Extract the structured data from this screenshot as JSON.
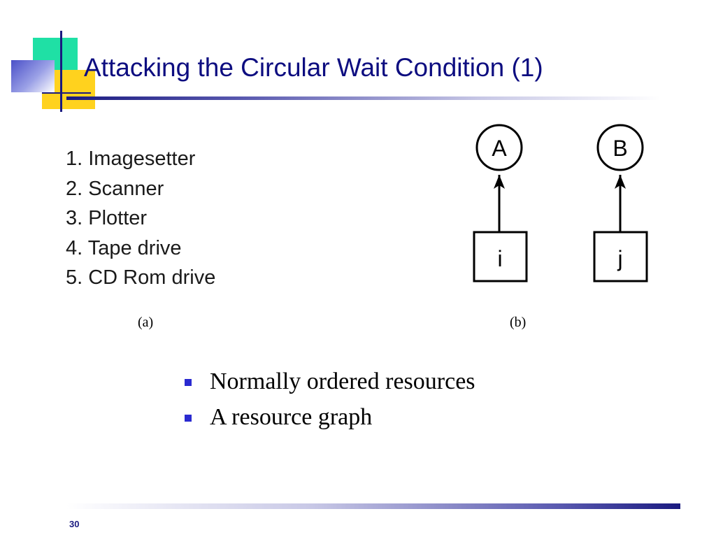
{
  "title": "Attacking the Circular Wait Condition (1)",
  "resource_list": [
    "1. Imagesetter",
    "2. Scanner",
    "3. Plotter",
    "4. Tape drive",
    "5. CD Rom drive"
  ],
  "captions": {
    "a": "(a)",
    "b": "(b)"
  },
  "graph": {
    "processes": [
      "A",
      "B"
    ],
    "resources": [
      "i",
      "j"
    ]
  },
  "bullets": [
    "Normally ordered resources",
    "A resource graph"
  ],
  "page_number": "30",
  "colors": {
    "title": "#0d0d80",
    "bullet": "#2a2ad0",
    "logo_green": "#1fe0a5",
    "logo_yellow": "#ffd21e",
    "logo_blue": "#4b50c8"
  }
}
